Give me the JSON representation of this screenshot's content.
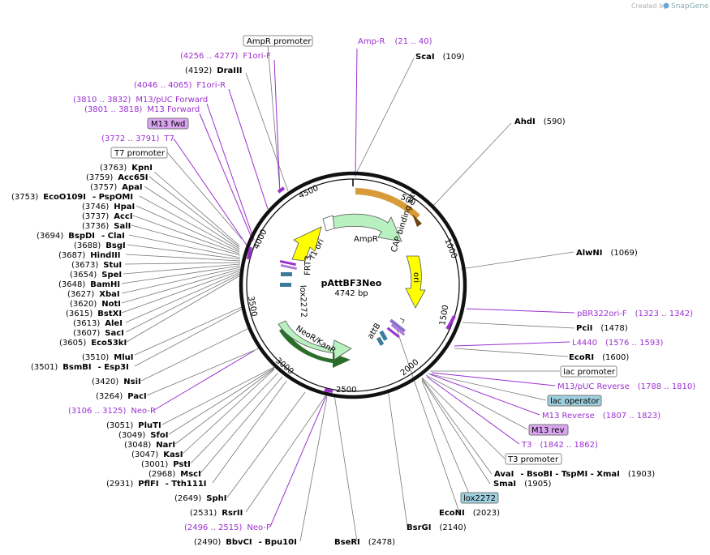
{
  "brand": {
    "text": "Created by",
    "name": "SnapGene"
  },
  "plasmid": {
    "name": "pAttBF3Neo",
    "size": "4742 bp"
  },
  "ticks": [
    "500",
    "1000",
    "1500",
    "2000",
    "2500",
    "3000",
    "3500",
    "4000",
    "4500"
  ],
  "features": {
    "ampr": "AmpR",
    "f1ori": "f1 ori",
    "ori": "ori",
    "cap": "CAP binding site",
    "frt3": "FRT3",
    "lox": "lox2272",
    "neo": "NeoR/KanR",
    "attb": "attB"
  },
  "left_labels": [
    {
      "pos": "(4192)",
      "name": "DraIII"
    },
    {
      "pos": "(3763)",
      "name": "KpnI"
    },
    {
      "pos": "(3759)",
      "name": "Acc65I"
    },
    {
      "pos": "(3757)",
      "name": "ApaI"
    },
    {
      "pos": "(3753)",
      "name": "EcoO109I",
      "extra": "- PspOMI"
    },
    {
      "pos": "(3746)",
      "name": "HpaI"
    },
    {
      "pos": "(3737)",
      "name": "AccI"
    },
    {
      "pos": "(3736)",
      "name": "SalI"
    },
    {
      "pos": "(3694)",
      "name": "BspDI",
      "extra": "- ClaI"
    },
    {
      "pos": "(3688)",
      "name": "BsgI"
    },
    {
      "pos": "(3687)",
      "name": "HindIII"
    },
    {
      "pos": "(3673)",
      "name": "StuI"
    },
    {
      "pos": "(3654)",
      "name": "SpeI"
    },
    {
      "pos": "(3648)",
      "name": "BamHI"
    },
    {
      "pos": "(3627)",
      "name": "XbaI"
    },
    {
      "pos": "(3620)",
      "name": "NotI"
    },
    {
      "pos": "(3615)",
      "name": "BstXI"
    },
    {
      "pos": "(3613)",
      "name": "AleI"
    },
    {
      "pos": "(3607)",
      "name": "SacI"
    },
    {
      "pos": "(3605)",
      "name": "Eco53kI"
    },
    {
      "pos": "(3510)",
      "name": "MluI"
    },
    {
      "pos": "(3501)",
      "name": "BsmBI",
      "extra": "- Esp3I"
    },
    {
      "pos": "(3420)",
      "name": "NsiI"
    },
    {
      "pos": "(3264)",
      "name": "PacI"
    },
    {
      "pos": "(3051)",
      "name": "PluTI"
    },
    {
      "pos": "(3049)",
      "name": "SfoI"
    },
    {
      "pos": "(3048)",
      "name": "NarI"
    },
    {
      "pos": "(3047)",
      "name": "KasI"
    },
    {
      "pos": "(3001)",
      "name": "PstI"
    },
    {
      "pos": "(2968)",
      "name": "MscI"
    },
    {
      "pos": "(2931)",
      "name": "PflFI",
      "extra": "- Tth111I"
    },
    {
      "pos": "(2649)",
      "name": "SphI"
    },
    {
      "pos": "(2531)",
      "name": "RsrII"
    },
    {
      "pos": "(2490)",
      "name": "BbvCI",
      "extra": "- Bpu10I"
    }
  ],
  "left_primers": [
    {
      "name": "F1ori-F",
      "range": "(4256 .. 4277)"
    },
    {
      "name": "F1ori-R",
      "range": "(4046 .. 4065)"
    },
    {
      "name": "M13/pUC Forward",
      "range": "(3810 .. 3832)"
    },
    {
      "name": "M13 Forward",
      "range": "(3801 .. 3818)"
    },
    {
      "name": "T7",
      "range": "(3772 .. 3791)"
    },
    {
      "name": "Neo-R",
      "range": "(3106 .. 3125)"
    },
    {
      "name": "Neo-F",
      "range": "(2496 .. 2515)"
    }
  ],
  "left_boxes": {
    "ampr_promoter": "AmpR promoter",
    "m13_fwd": "M13 fwd",
    "t7_promoter": "T7 promoter"
  },
  "right_labels": [
    {
      "name": "ScaI",
      "pos": "(109)"
    },
    {
      "name": "AhdI",
      "pos": "(590)"
    },
    {
      "name": "AlwNI",
      "pos": "(1069)"
    },
    {
      "name": "PciI",
      "pos": "(1478)"
    },
    {
      "name": "EcoRI",
      "pos": "(1600)"
    },
    {
      "name": "AvaI",
      "extra": "- BsoBI  - TspMI  - XmaI",
      "pos": "(1903)"
    },
    {
      "name": "SmaI",
      "pos": "(1905)"
    },
    {
      "name": "EcoNI",
      "pos": "(2023)"
    },
    {
      "name": "BsrGI",
      "pos": "(2140)"
    },
    {
      "name": "BseRI",
      "pos": "(2478)"
    }
  ],
  "right_primers": [
    {
      "name": "Amp-R",
      "range": "(21 .. 40)"
    },
    {
      "name": "pBR322ori-F",
      "range": "(1323 .. 1342)"
    },
    {
      "name": "L4440",
      "range": "(1576 .. 1593)"
    },
    {
      "name": "M13/pUC Reverse",
      "range": "(1788 .. 1810)"
    },
    {
      "name": "M13 Reverse",
      "range": "(1807 .. 1823)"
    },
    {
      "name": "T3",
      "range": "(1842 .. 1862)"
    }
  ],
  "right_boxes": {
    "lac_promoter": "lac promoter",
    "lac_operator": "lac operator",
    "m13_rev": "M13 rev",
    "t3_promoter": "T3 promoter",
    "lox2272": "lox2272"
  },
  "colors": {
    "primer": "#9b30d0",
    "lac_box": "#9fd0df",
    "m13_box": "#d9a5f0",
    "feature_green": "#b8f0c0",
    "feature_yellow": "#ffff00",
    "ori_orange": "#d89b3a"
  }
}
